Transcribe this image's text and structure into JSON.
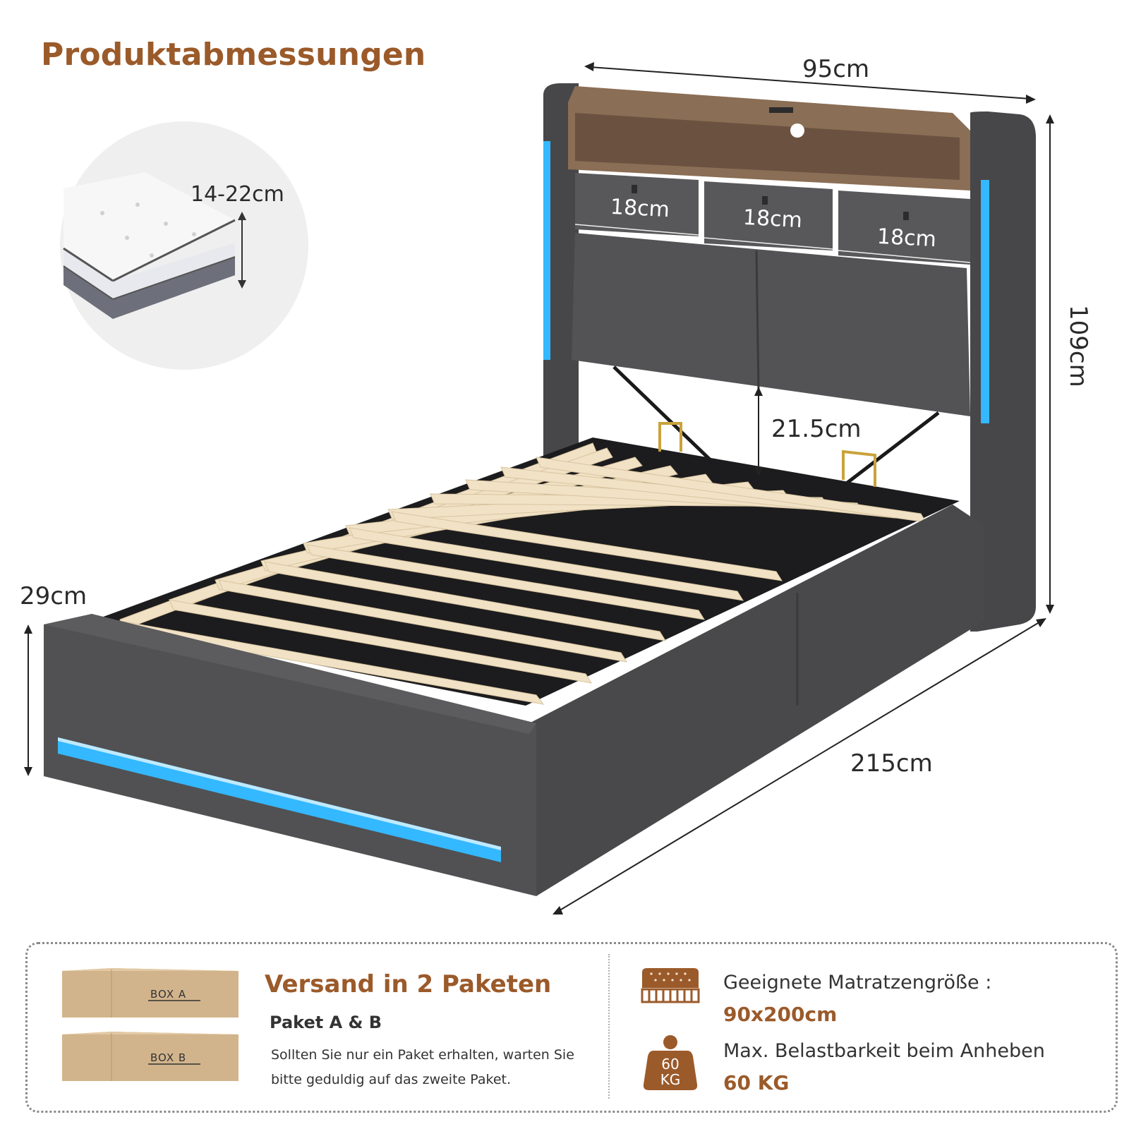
{
  "title": "Produktabmessungen",
  "dimensions": {
    "width": "95cm",
    "height": "109cm",
    "length": "215cm",
    "side_height": "29cm",
    "clearance": "21.5cm",
    "mattress_thickness": "14-22cm",
    "drawers": [
      "18cm",
      "18cm",
      "18cm"
    ]
  },
  "shipping": {
    "title": "Versand in 2 Paketen",
    "packages_label": "Paket A & B",
    "note": "Sollten Sie nur ein Paket erhalten, warten Sie bitte geduldig auf das zweite Paket.",
    "box_a": "BOX  A",
    "box_b": "BOX  B"
  },
  "mattress": {
    "label": "Geeignete Matratzengröße :",
    "value": "90x200cm"
  },
  "load": {
    "label": "Max. Belastbarkeit beim Anheben",
    "value": "60 KG",
    "icon_top": "60",
    "icon_bottom": "KG"
  },
  "colors": {
    "accent": "#9b5a2a",
    "fabric": "#4a4a4c",
    "led": "#34b8ff",
    "slat": "#f1e2c6",
    "wood": "#8a6e55",
    "box": "#d2b48c"
  }
}
